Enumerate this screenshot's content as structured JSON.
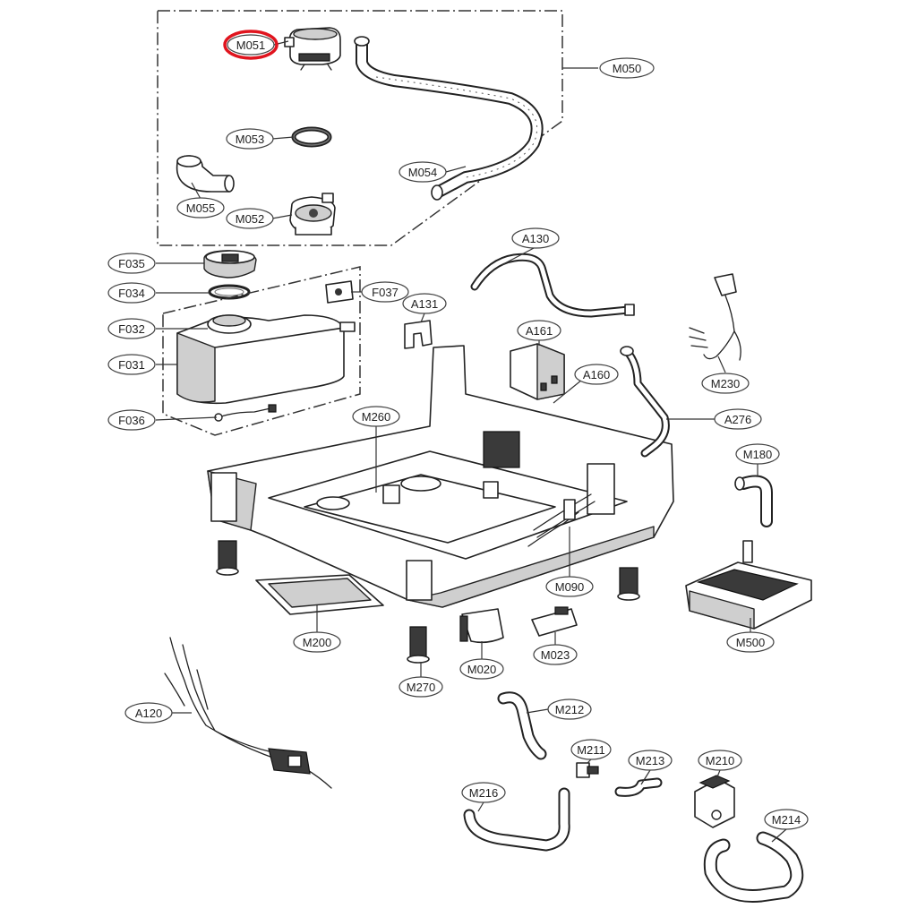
{
  "diagram": {
    "callouts": [
      {
        "id": "M051",
        "label": "M051"
      },
      {
        "id": "M050",
        "label": "M050"
      },
      {
        "id": "M053",
        "label": "M053"
      },
      {
        "id": "M054",
        "label": "M054"
      },
      {
        "id": "M055",
        "label": "M055"
      },
      {
        "id": "M052",
        "label": "M052"
      },
      {
        "id": "F035",
        "label": "F035"
      },
      {
        "id": "F034",
        "label": "F034"
      },
      {
        "id": "F037",
        "label": "F037"
      },
      {
        "id": "F032",
        "label": "F032"
      },
      {
        "id": "F031",
        "label": "F031"
      },
      {
        "id": "F036",
        "label": "F036"
      },
      {
        "id": "A130",
        "label": "A130"
      },
      {
        "id": "A131",
        "label": "A131"
      },
      {
        "id": "A161",
        "label": "A161"
      },
      {
        "id": "A160",
        "label": "A160"
      },
      {
        "id": "M230",
        "label": "M230"
      },
      {
        "id": "M260",
        "label": "M260"
      },
      {
        "id": "A276",
        "label": "A276"
      },
      {
        "id": "M180",
        "label": "M180"
      },
      {
        "id": "M090",
        "label": "M090"
      },
      {
        "id": "M500",
        "label": "M500"
      },
      {
        "id": "M200",
        "label": "M200"
      },
      {
        "id": "M023",
        "label": "M023"
      },
      {
        "id": "M020",
        "label": "M020"
      },
      {
        "id": "M270",
        "label": "M270"
      },
      {
        "id": "A120",
        "label": "A120"
      },
      {
        "id": "M212",
        "label": "M212"
      },
      {
        "id": "M211",
        "label": "M211"
      },
      {
        "id": "M213",
        "label": "M213"
      },
      {
        "id": "M210",
        "label": "M210"
      },
      {
        "id": "M216",
        "label": "M216"
      },
      {
        "id": "M214",
        "label": "M214"
      }
    ],
    "highlight": {
      "target": "M051",
      "color": "#e0141e"
    },
    "colors": {
      "line": "#222222",
      "shade": "#cfcfcf",
      "dark": "#3a3a3a",
      "callout_border": "#444444"
    }
  }
}
